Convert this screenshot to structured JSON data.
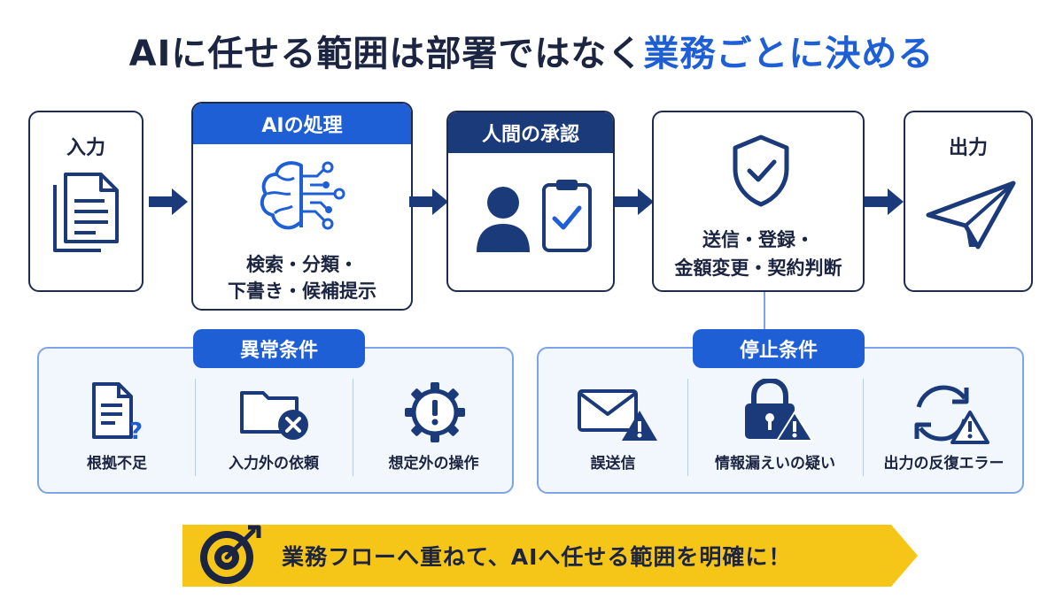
{
  "title": {
    "main": "AIに任せる範囲は部署ではなく",
    "highlight": "業務ごとに決める"
  },
  "flow": {
    "input": {
      "label": "入力"
    },
    "ai": {
      "header": "AIの処理",
      "desc_line1": "検索・分類・",
      "desc_line2": "下書き・候補提示"
    },
    "human": {
      "header": "人間の承認"
    },
    "control": {
      "desc_line1": "送信・登録・",
      "desc_line2": "金額変更・契約判断"
    },
    "output": {
      "label": "出力"
    }
  },
  "anomaly": {
    "title": "異常条件",
    "items": [
      {
        "label": "根拠不足",
        "icon": "document-question-icon"
      },
      {
        "label": "入力外の依頼",
        "icon": "folder-x-icon"
      },
      {
        "label": "想定外の操作",
        "icon": "gear-alert-icon"
      }
    ]
  },
  "stop": {
    "title": "停止条件",
    "items": [
      {
        "label": "誤送信",
        "icon": "mail-alert-icon"
      },
      {
        "label": "情報漏えいの疑い",
        "icon": "lock-alert-icon"
      },
      {
        "label": "出力の反復エラー",
        "icon": "refresh-alert-icon"
      }
    ]
  },
  "banner": {
    "text": "業務フローへ重ねて、AIへ任せる範囲を明確に！"
  },
  "colors": {
    "blue": "#1f5fd6",
    "navy": "#1b3a7a",
    "yellow": "#f5c518",
    "text": "#1b2440"
  }
}
